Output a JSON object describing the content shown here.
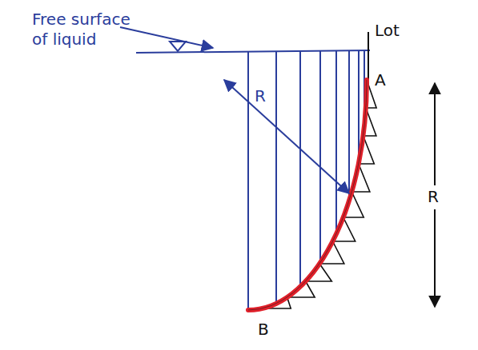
{
  "diagram": {
    "labels": [
      "Free surface of liquid",
      "Lot",
      "A",
      "B",
      "R",
      "R"
    ]
  }
}
